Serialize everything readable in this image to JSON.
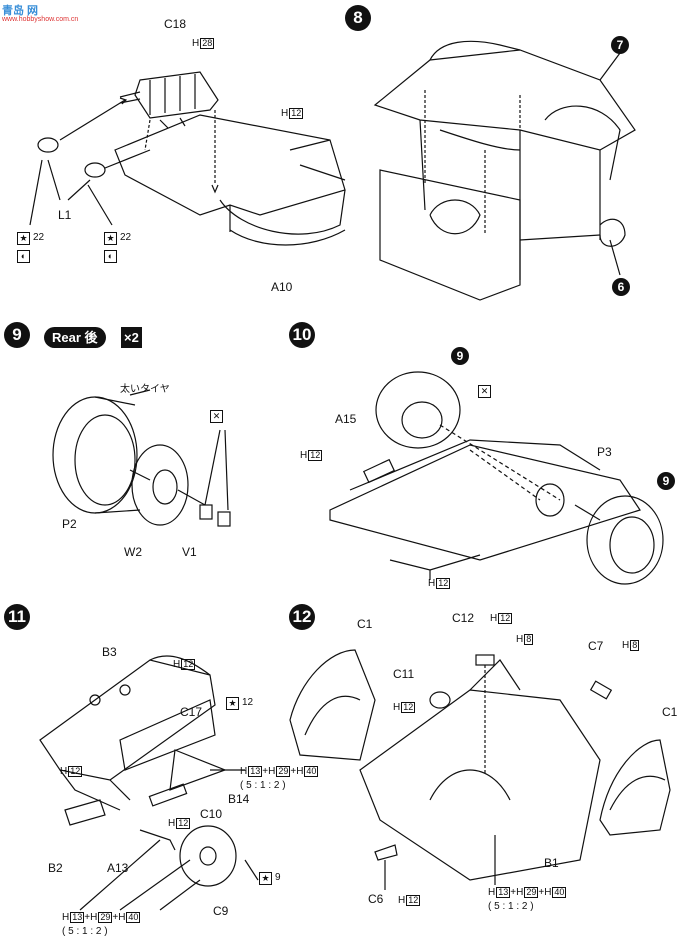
{
  "watermark": {
    "logo_text": "青岛 网",
    "site": "www.hobbyshow.com.cn"
  },
  "steps": {
    "s8": "8",
    "s9": "9",
    "s10": "10",
    "s11": "11",
    "s12": "12"
  },
  "step8_callouts": {
    "c7": "7",
    "c6": "6"
  },
  "step9": {
    "rear_label": "Rear 後",
    "times": "×2",
    "tire_note": "太いタイヤ"
  },
  "step10_callouts": {
    "c9a": "9",
    "c9b": "9"
  },
  "parts": {
    "C18": "C18",
    "L1": "L1",
    "A10": "A10",
    "P2": "P2",
    "W2": "W2",
    "V1": "V1",
    "A15": "A15",
    "P3": "P3",
    "B3": "B3",
    "C17": "C17",
    "B14": "B14",
    "C10": "C10",
    "B2": "B2",
    "A13": "A13",
    "C9": "C9",
    "C1a": "C1",
    "C1b": "C1",
    "C12": "C12",
    "C11": "C11",
    "C7": "C7",
    "B1": "B1",
    "C6": "C6"
  },
  "paint": {
    "h28": "28",
    "h12": "12",
    "h8": "8",
    "h13": "13",
    "h29": "29",
    "h40": "40",
    "H": "H",
    "star22": "22",
    "star12": "12",
    "star9": "9",
    "mix": "+",
    "ratio": "( 5 : 1 : 2 )"
  }
}
